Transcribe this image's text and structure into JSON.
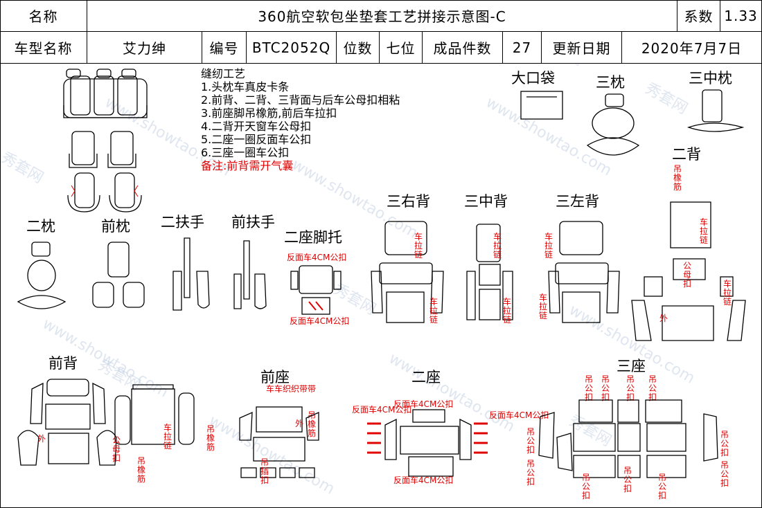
{
  "header": {
    "name_label": "名称",
    "title": "360航空软包坐垫套工艺拼接示意图-C",
    "coef_label": "系数",
    "coef_value": "1.33",
    "model_label": "车型名称",
    "model_value": "艾力绅",
    "code_label": "编号",
    "code_value": "BTC2052Q",
    "seats_label": "位数",
    "seats_value": "七位",
    "count_label": "成品件数",
    "count_value": "27",
    "date_label": "更新日期",
    "date_value": "2020年7月7日"
  },
  "process": {
    "title": "缝纫工艺",
    "steps": [
      "1.头枕车真皮卡条",
      "2.前背、二背、三背面与后车公母扣相粘",
      "3.前座脚吊橡筋,前后车拉扣",
      "4.二背开天窗车公母扣",
      "5.二座一圈反面车公扣",
      "6.三座一圈车公扣"
    ],
    "note": "备注:前背需开气囊"
  },
  "parts": {
    "big_pocket": "大口袋",
    "third_pillow": "三枕",
    "third_mid_pillow": "三中枕",
    "second_back": "二背",
    "third_right_back": "三右背",
    "third_mid_back": "三中背",
    "third_left_back": "三左背",
    "second_pillow": "二枕",
    "front_pillow": "前枕",
    "second_armrest": "二扶手",
    "front_armrest": "前扶手",
    "second_footrest": "二座脚托",
    "front_back": "前背",
    "front_seat": "前座",
    "second_seat": "二座",
    "third_seat": "三座"
  },
  "notes": {
    "zipper": "车拉链",
    "reverse_4cm": "反面车4CM公扣",
    "hang_elastic": "吊橡筋",
    "hang_elastic_v": "吊橡筋",
    "outer": "外",
    "male_female": "公母扣",
    "female_buckle": "公母扣",
    "hang_male": "吊公扣",
    "hang_insert": "吊插扣",
    "woven_belt": "车车织织带带",
    "reverse_v": "反面车4CM公扣"
  },
  "watermark": {
    "site": "www.showtao.com",
    "brand": "秀套网"
  }
}
